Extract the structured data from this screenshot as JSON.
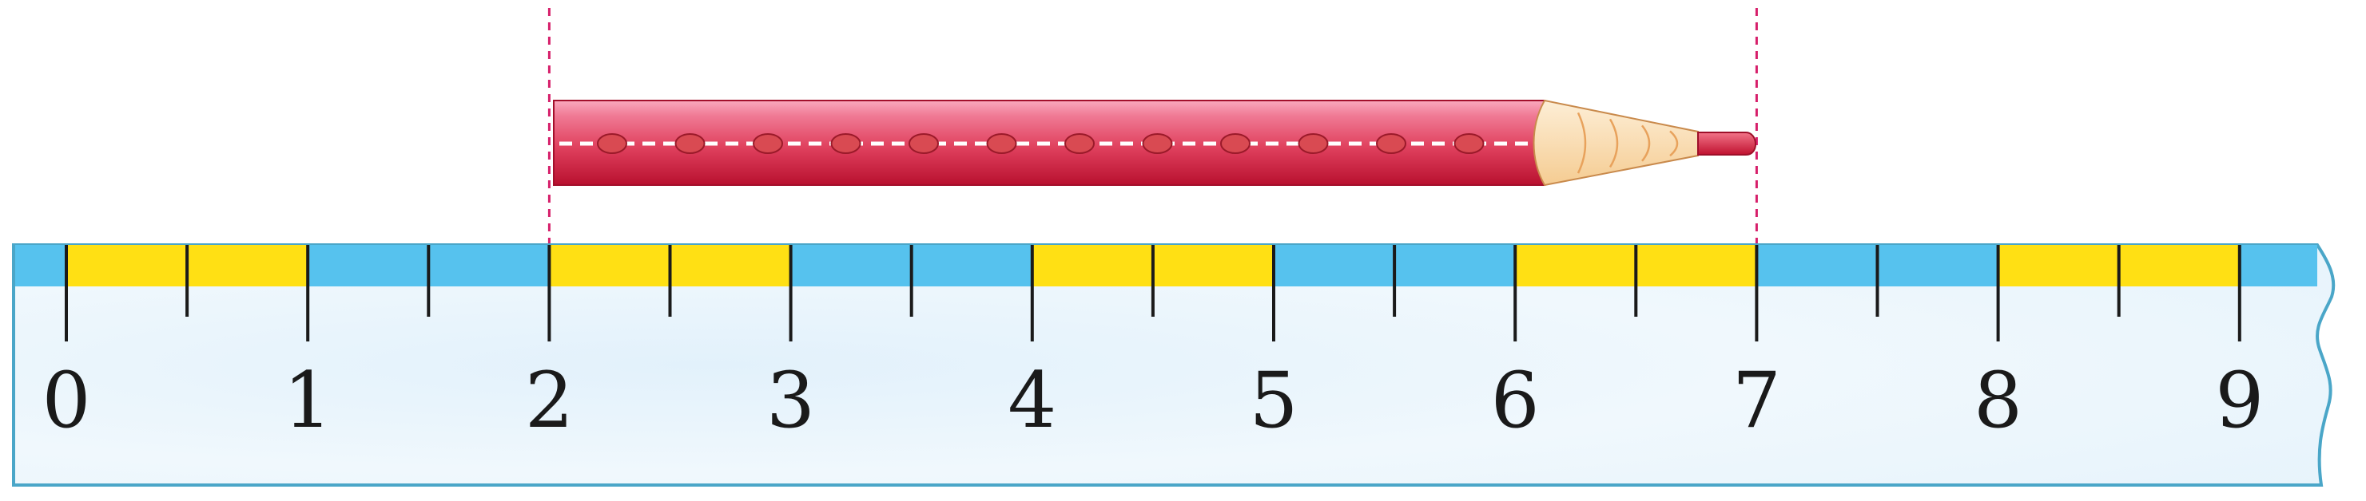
{
  "ruler": {
    "numbers": [
      "0",
      "1",
      "2",
      "3",
      "4",
      "5",
      "6",
      "7",
      "8",
      "9"
    ],
    "min": 0,
    "max": 9,
    "minor_step": 0.5,
    "band_pattern": [
      "yellow",
      "blue"
    ],
    "colors": {
      "body": "#eaf5fc",
      "outline": "#4aa6c8",
      "yellow": "#ffe014",
      "blue": "#56c2ee",
      "ticks": "#1a1a1a",
      "numbers": "#1a1a1a"
    }
  },
  "pencil": {
    "start": 2,
    "end": 7,
    "colors": {
      "body": "#e0415e",
      "body_light": "#f48fa8",
      "body_dark": "#c41637",
      "dots": "#d94a52",
      "wood": "#fbe2bc",
      "wood_lines": "#e8a25c",
      "lead": "#d8203e"
    }
  },
  "guides": {
    "positions": [
      2,
      7
    ],
    "color": "#d61f6a"
  }
}
